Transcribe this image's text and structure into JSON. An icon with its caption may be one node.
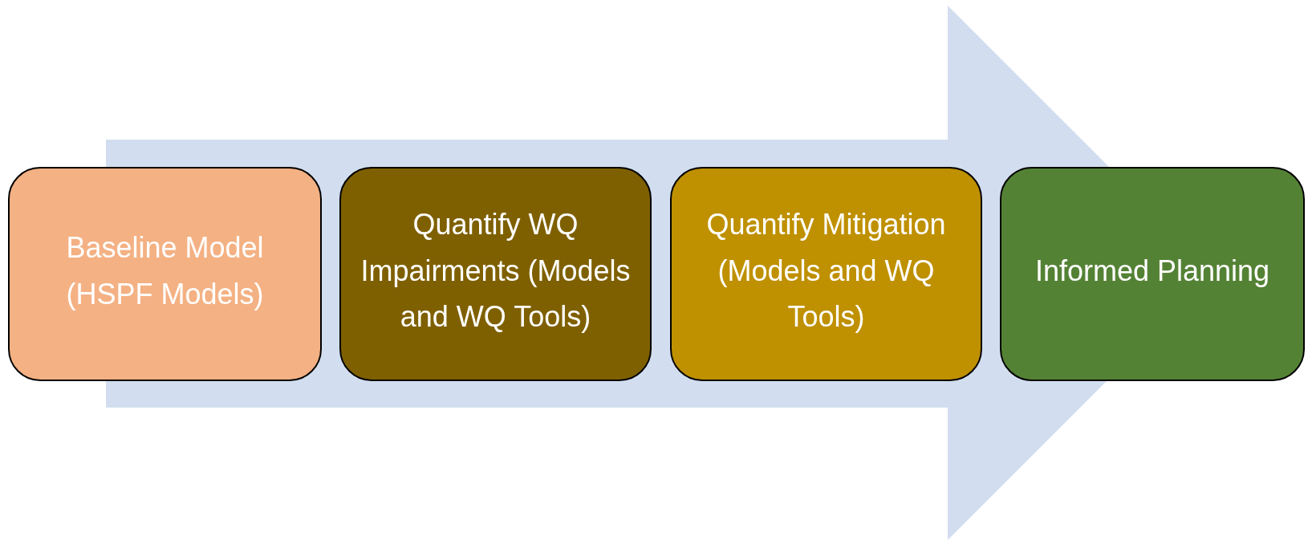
{
  "diagram": {
    "nodes": [
      {
        "text": [
          "Baseline Model (HSPF Models)"
        ]
      },
      {
        "text": [
          "Quantify WQ Impairments (Models and WQ Tools)"
        ]
      },
      {
        "text": [
          "Quantify Mitigation (Models and WQ Tools)"
        ]
      },
      {
        "text": [
          "Informed Planning"
        ]
      }
    ],
    "edges": [
      {
        "from": 0,
        "to": 3,
        "arrow": "to"
      }
    ]
  }
}
